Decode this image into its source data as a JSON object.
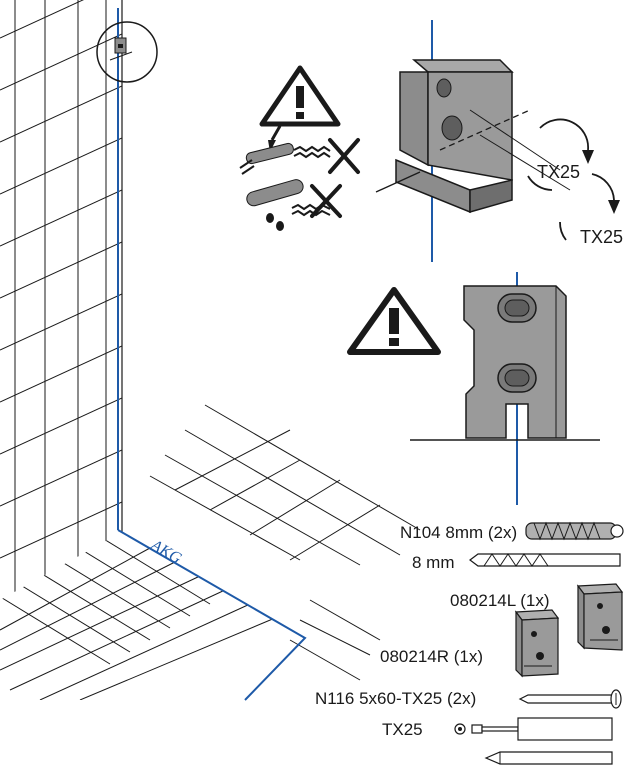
{
  "labels": {
    "torque_1": "TX25",
    "torque_2": "TX25",
    "floor_mark": "AKG"
  },
  "parts": [
    {
      "id": "anchor",
      "text": "N104 8mm (2x)"
    },
    {
      "id": "drill_bit",
      "text": "8 mm"
    },
    {
      "id": "bracket_left",
      "text": "080214L (1x)"
    },
    {
      "id": "bracket_right",
      "text": "080214R (1x)"
    },
    {
      "id": "screw",
      "text": "N116 5x60-TX25 (2x)"
    },
    {
      "id": "bit",
      "text": "TX25"
    }
  ],
  "colors": {
    "line": "#1a1a1a",
    "accent_blue": "#1e5aa8",
    "metal": "#8c8c8c",
    "metal_dark": "#5e5e5e"
  },
  "icons": [
    "warning-icon",
    "electric-cable-icon",
    "water-pipe-icon",
    "no-drill-icon"
  ]
}
